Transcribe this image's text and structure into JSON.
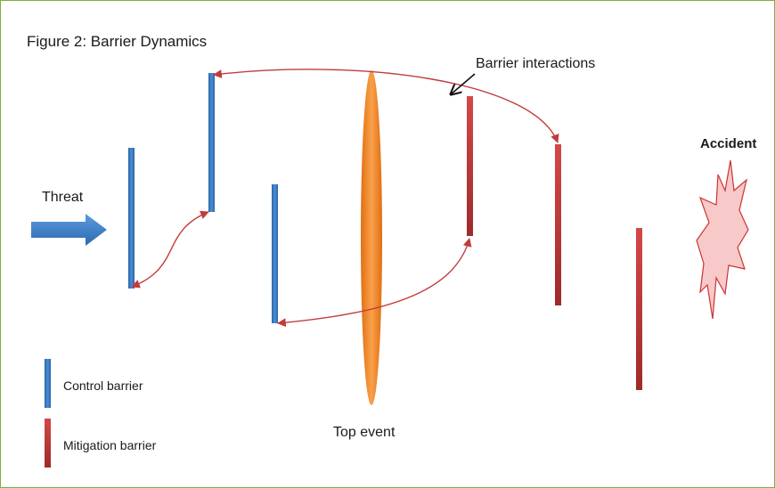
{
  "figure": {
    "title": "Figure 2: Barrier Dynamics",
    "labels": {
      "threat": "Threat",
      "barrier_interactions": "Barrier interactions",
      "accident": "Accident",
      "top_event": "Top event"
    },
    "legend": [
      {
        "label": "Control barrier",
        "color": "#3a7bbf"
      },
      {
        "label": "Mitigation barrier",
        "color": "#c23b3b"
      }
    ],
    "colors": {
      "control": "#3a7bbf",
      "mitigation": "#c23b3b",
      "top_event": "#f0862a",
      "interaction_arrow": "#c23b3b",
      "accident_fill": "#f7c9c9",
      "accident_stroke": "#cc3333",
      "threat_arrow": "#3a7bbf",
      "border": "#7fb041"
    }
  }
}
